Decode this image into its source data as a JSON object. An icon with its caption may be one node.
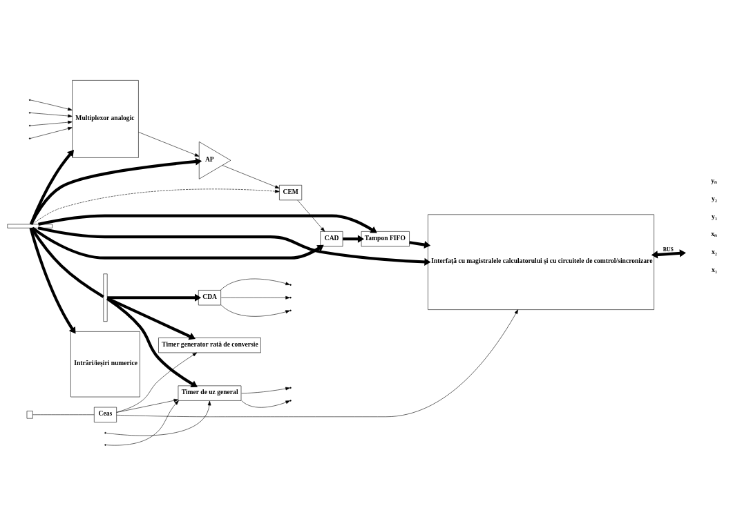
{
  "diagram": {
    "nodes": [
      {
        "text": [
          "Multiplexor analogic"
        ]
      },
      {
        "text": [
          "AP"
        ]
      },
      {
        "text": [
          "CEM"
        ]
      },
      {
        "text": [
          "CAD"
        ]
      },
      {
        "text": [
          "Tampon FIFO"
        ]
      },
      {
        "text": [
          "Interfaţă cu magistralele calculatorului şi cu circuitele de comtrol/sincronizare"
        ]
      },
      {
        "text": [
          "Intrări/ieşiri numerice"
        ]
      },
      {
        "text": [],
        "shape": "bar"
      },
      {
        "text": [],
        "shape": "bar"
      },
      {
        "text": [
          "Timer generator rată de conversie"
        ]
      },
      {
        "text": [
          "Ceas"
        ]
      },
      {
        "text": [
          "Timer de uz general"
        ]
      },
      {
        "text": [
          "CDA"
        ]
      },
      {
        "text": [],
        "shape": "box"
      }
    ],
    "edges": [
      {
        "from": null,
        "to": 0,
        "arrow": "to"
      },
      {
        "from": null,
        "to": 0,
        "arrow": "to"
      },
      {
        "from": null,
        "to": 0,
        "arrow": "to"
      },
      {
        "from": null,
        "to": 0,
        "arrow": "to"
      },
      {
        "from": 0,
        "to": 1,
        "arrow": "to"
      },
      {
        "from": 1,
        "to": 2,
        "arrow": "to"
      },
      {
        "from": 2,
        "to": 3,
        "arrow": "to"
      },
      {
        "from": 3,
        "to": 4,
        "arrow": "to",
        "style": "thick"
      },
      {
        "from": 4,
        "to": 5,
        "arrow": "to",
        "style": "thick"
      },
      {
        "from": 7,
        "to": 0,
        "arrow": "to",
        "style": "thick"
      },
      {
        "from": 7,
        "to": 6,
        "arrow": "to",
        "style": "thick"
      },
      {
        "from": 7,
        "to": 1,
        "arrow": "to",
        "style": "thick"
      },
      {
        "from": 7,
        "to": 2,
        "arrow": "to",
        "style": "dashed"
      },
      {
        "from": 7,
        "to": 3,
        "arrow": "to",
        "style": "thick"
      },
      {
        "from": 7,
        "to": 4,
        "arrow": "to",
        "style": "thick"
      },
      {
        "from": 7,
        "to": 5,
        "arrow": "to",
        "style": "thick"
      },
      {
        "from": 7,
        "to": 8,
        "arrow": "none",
        "style": "thick"
      },
      {
        "from": 8,
        "to": 9,
        "arrow": "to",
        "style": "thick"
      },
      {
        "from": 8,
        "to": 11,
        "arrow": "to",
        "style": "thick"
      },
      {
        "from": 8,
        "to": 12,
        "arrow": "to",
        "style": "thick"
      },
      {
        "from": 13,
        "to": 10,
        "arrow": "none"
      },
      {
        "from": 10,
        "to": 9,
        "arrow": "to"
      },
      {
        "from": 10,
        "to": 5,
        "arrow": "to"
      },
      {
        "from": 10,
        "to": 11,
        "arrow": "to"
      },
      {
        "from": 12,
        "to": null,
        "arrow": "to"
      },
      {
        "from": 12,
        "to": null,
        "arrow": "to"
      },
      {
        "from": 12,
        "to": null,
        "arrow": "to"
      },
      {
        "from": null,
        "to": 11,
        "arrow": "to"
      },
      {
        "from": null,
        "to": 11,
        "arrow": "to"
      },
      {
        "from": 11,
        "to": null,
        "arrow": "to"
      },
      {
        "from": 11,
        "to": null,
        "arrow": "to"
      },
      {
        "from": 5,
        "to": null,
        "arrow": "both",
        "style": "thick",
        "label": "BUS"
      }
    ],
    "labels": [
      "x₁",
      "x₂",
      "xₙ",
      "y₁",
      "y₂",
      "yₙ"
    ]
  }
}
